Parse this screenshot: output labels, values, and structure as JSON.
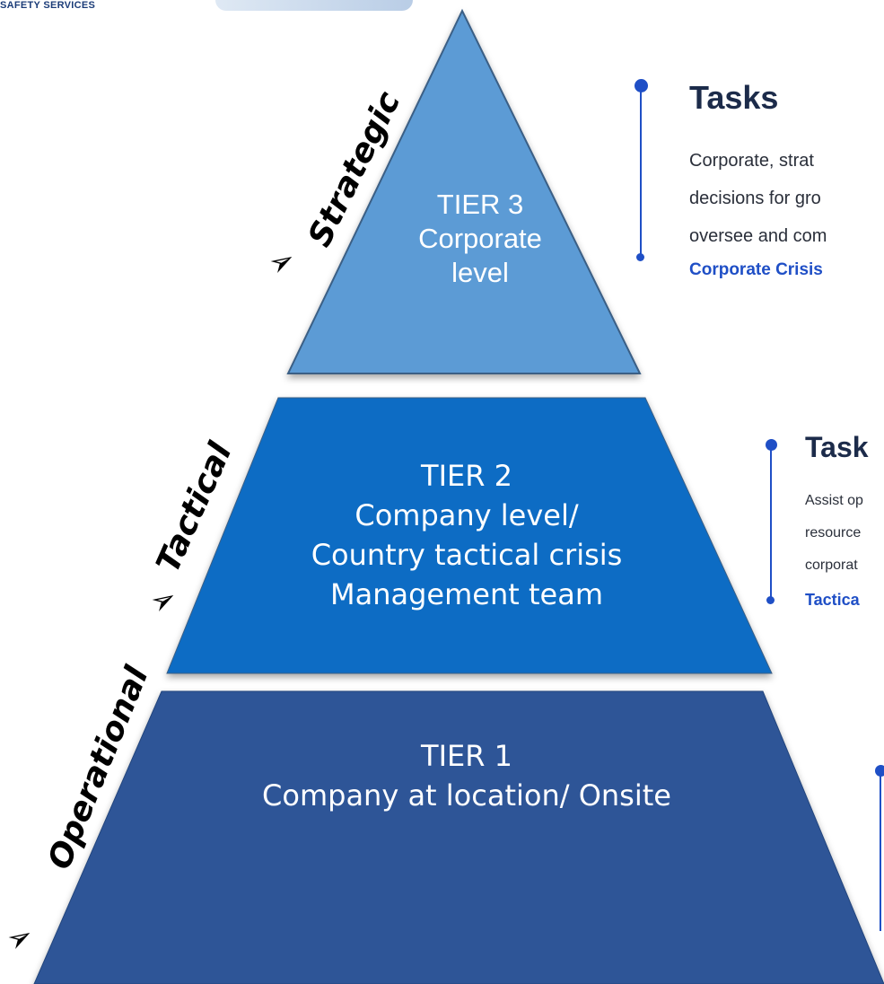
{
  "logo": {
    "text": "SAFETY SERVICES"
  },
  "tiers": [
    {
      "id": "tier3",
      "line1": "TIER 3",
      "line2": "Corporate",
      "line3": "level",
      "color": "#5b9bd5"
    },
    {
      "id": "tier2",
      "line1": "TIER 2",
      "line2": "Company level/",
      "line3": "Country tactical crisis",
      "line4": "Management team",
      "color": "#0b6cc4"
    },
    {
      "id": "tier1",
      "line1": "TIER 1",
      "line2": "Company at location/ Onsite",
      "color": "#2e5597"
    }
  ],
  "levels": {
    "strategic": "Strategic",
    "tactical": "Tactical",
    "operational": "Operational"
  },
  "tasks": [
    {
      "title": "Tasks",
      "lines": [
        "Corporate,  strat",
        "decisions for gro",
        "oversee and com"
      ],
      "link": "Corporate Crisis"
    },
    {
      "title": "Task",
      "lines": [
        "Assist op",
        "resource",
        "corporat"
      ],
      "link": "Tactica"
    }
  ],
  "colors": {
    "accent": "#1f4fc6",
    "tier3": "#5b9bd5",
    "tier2": "#0b6cc4",
    "tier1": "#2e5597"
  }
}
